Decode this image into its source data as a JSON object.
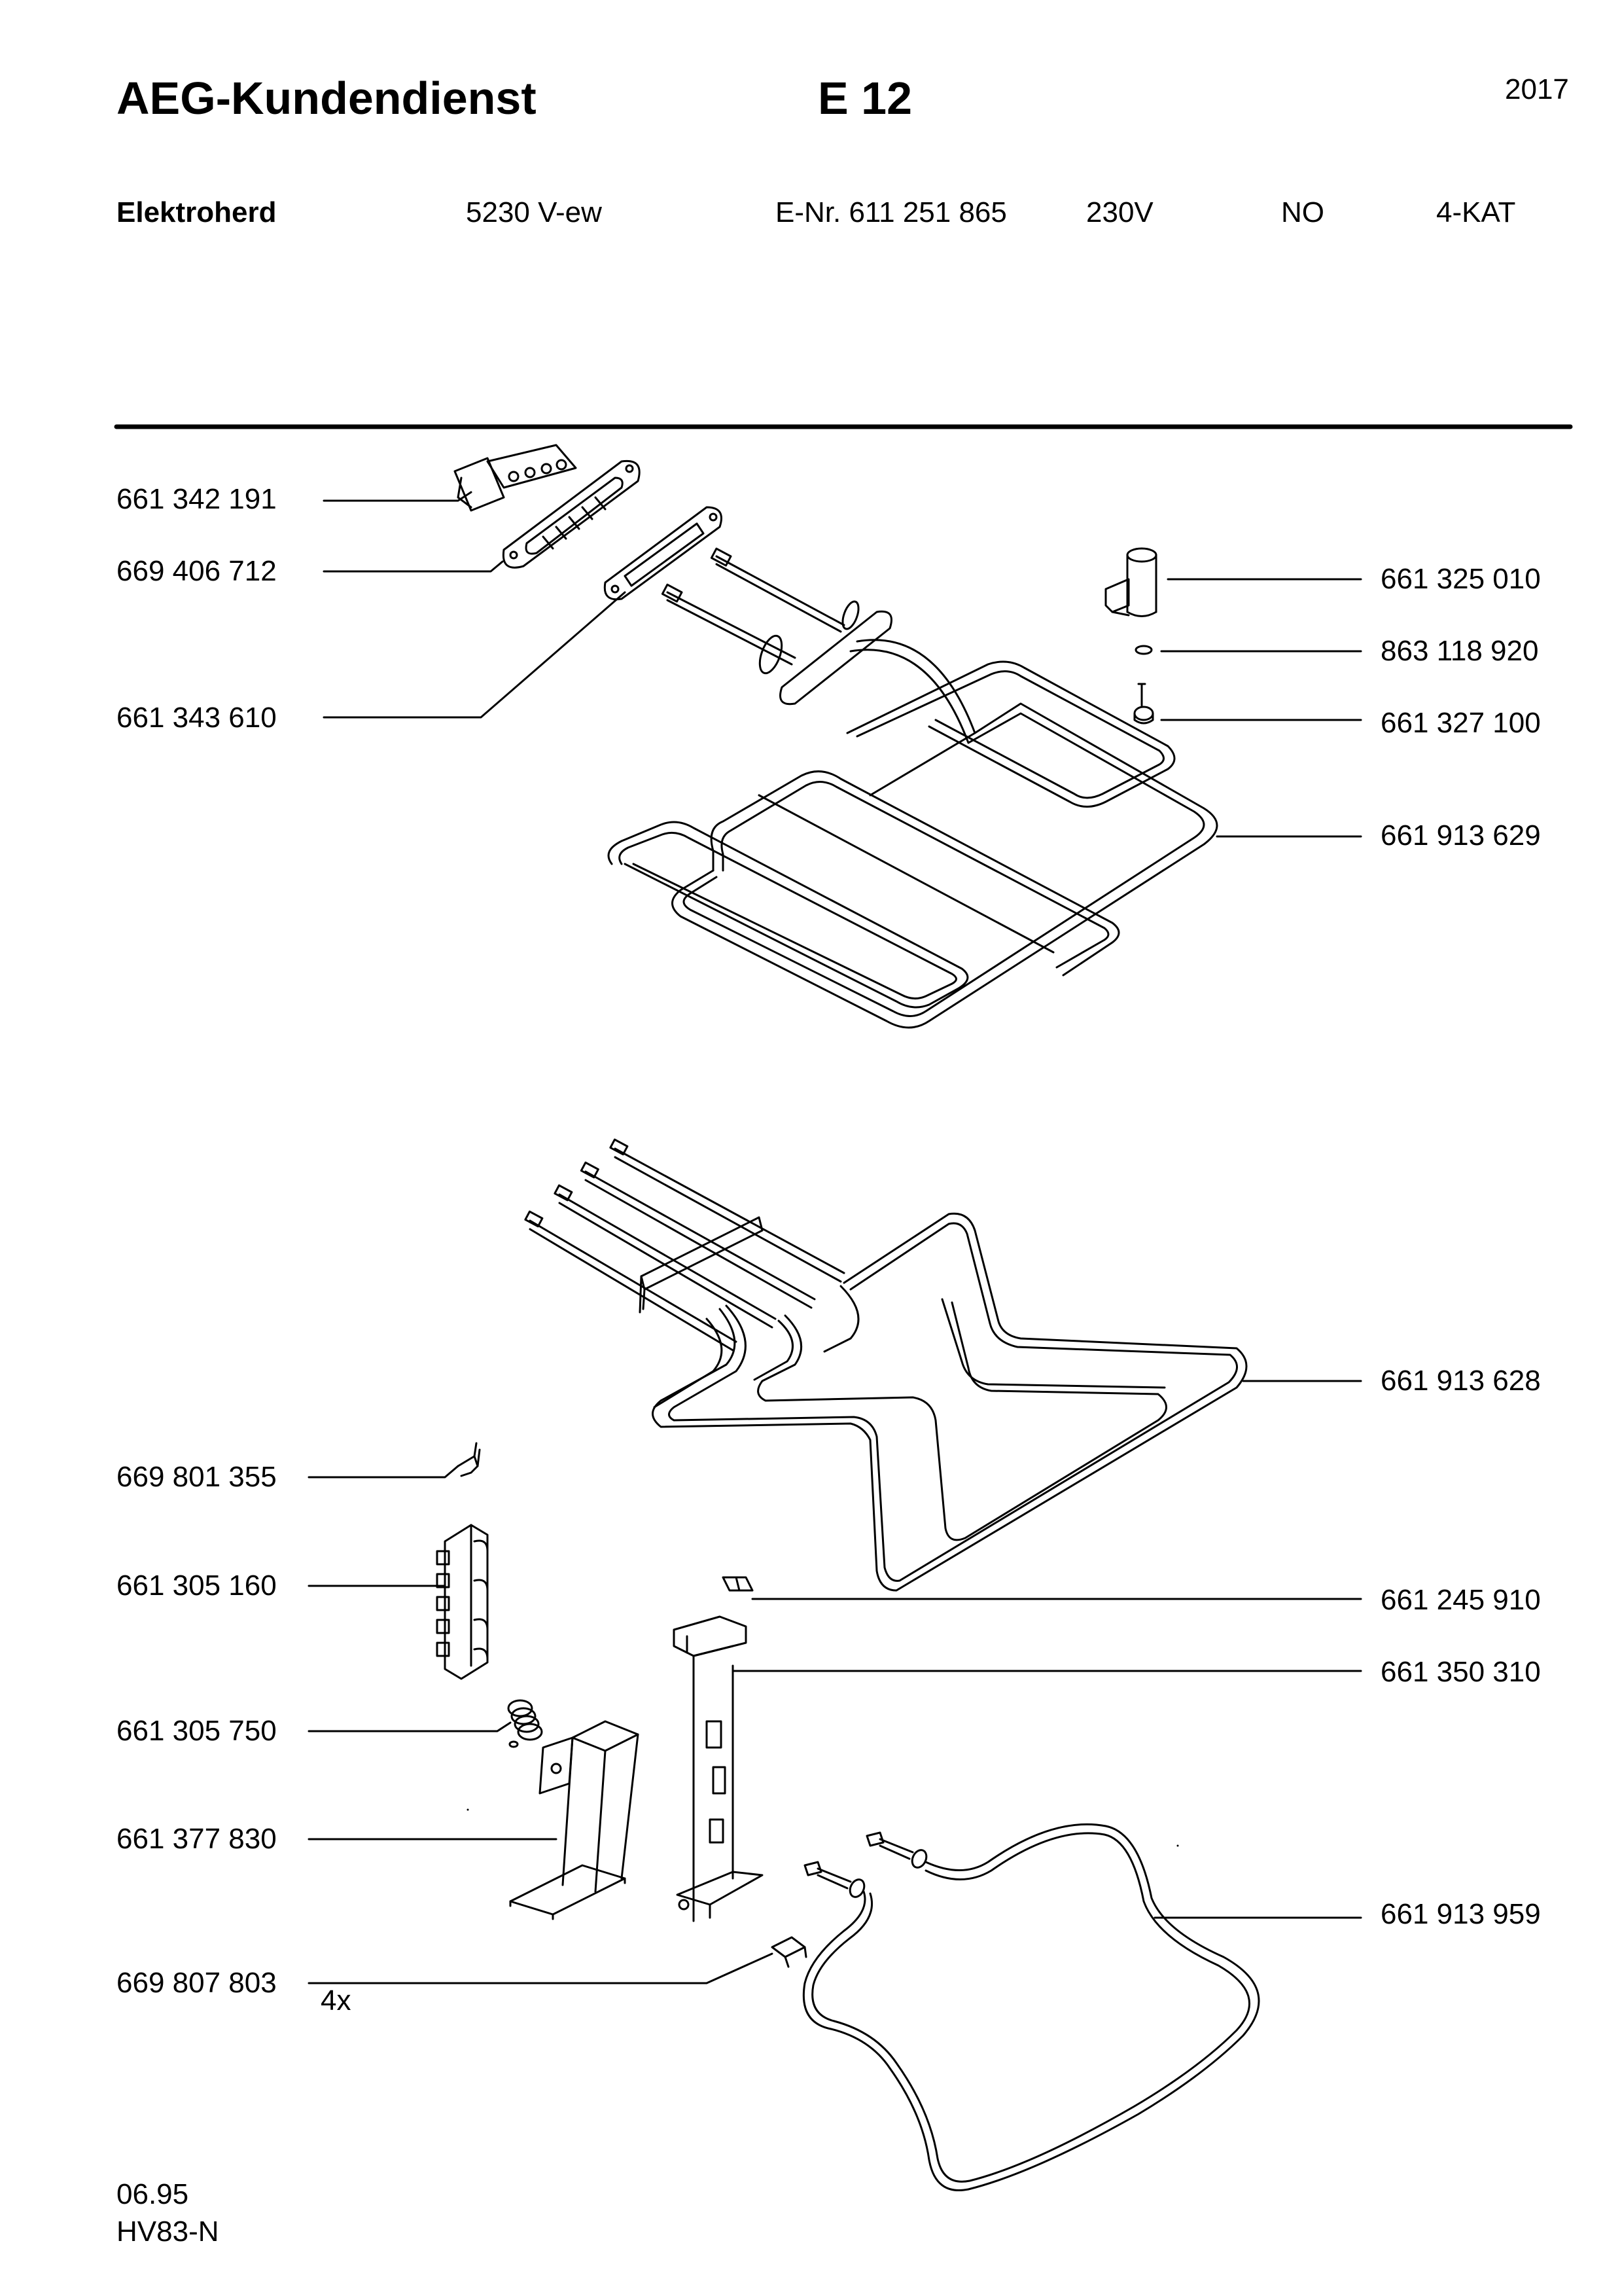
{
  "header": {
    "brand": "AEG-Kundendienst",
    "code": "E 12",
    "year": "2017"
  },
  "product": {
    "type": "Elektroherd",
    "model": "5230 V-ew",
    "enr": "E-Nr. 611 251 865",
    "voltage": "230V",
    "region": "NO",
    "variant": "4-KAT"
  },
  "parts_left": [
    "661 342 191",
    "669 406 712",
    "661 343 610",
    "669 801 355",
    "661 305 160",
    "661 305 750",
    "661 377 830",
    "669 807 803"
  ],
  "parts_right": [
    "661 325 010",
    "863 118 920",
    "661 327 100",
    "661 913 629",
    "661 913 628",
    "661 245 910",
    "661 350 310",
    "661 913 959"
  ],
  "quantity_note": "4x",
  "footer": {
    "date": "06.95",
    "ref": "HV83-N"
  }
}
